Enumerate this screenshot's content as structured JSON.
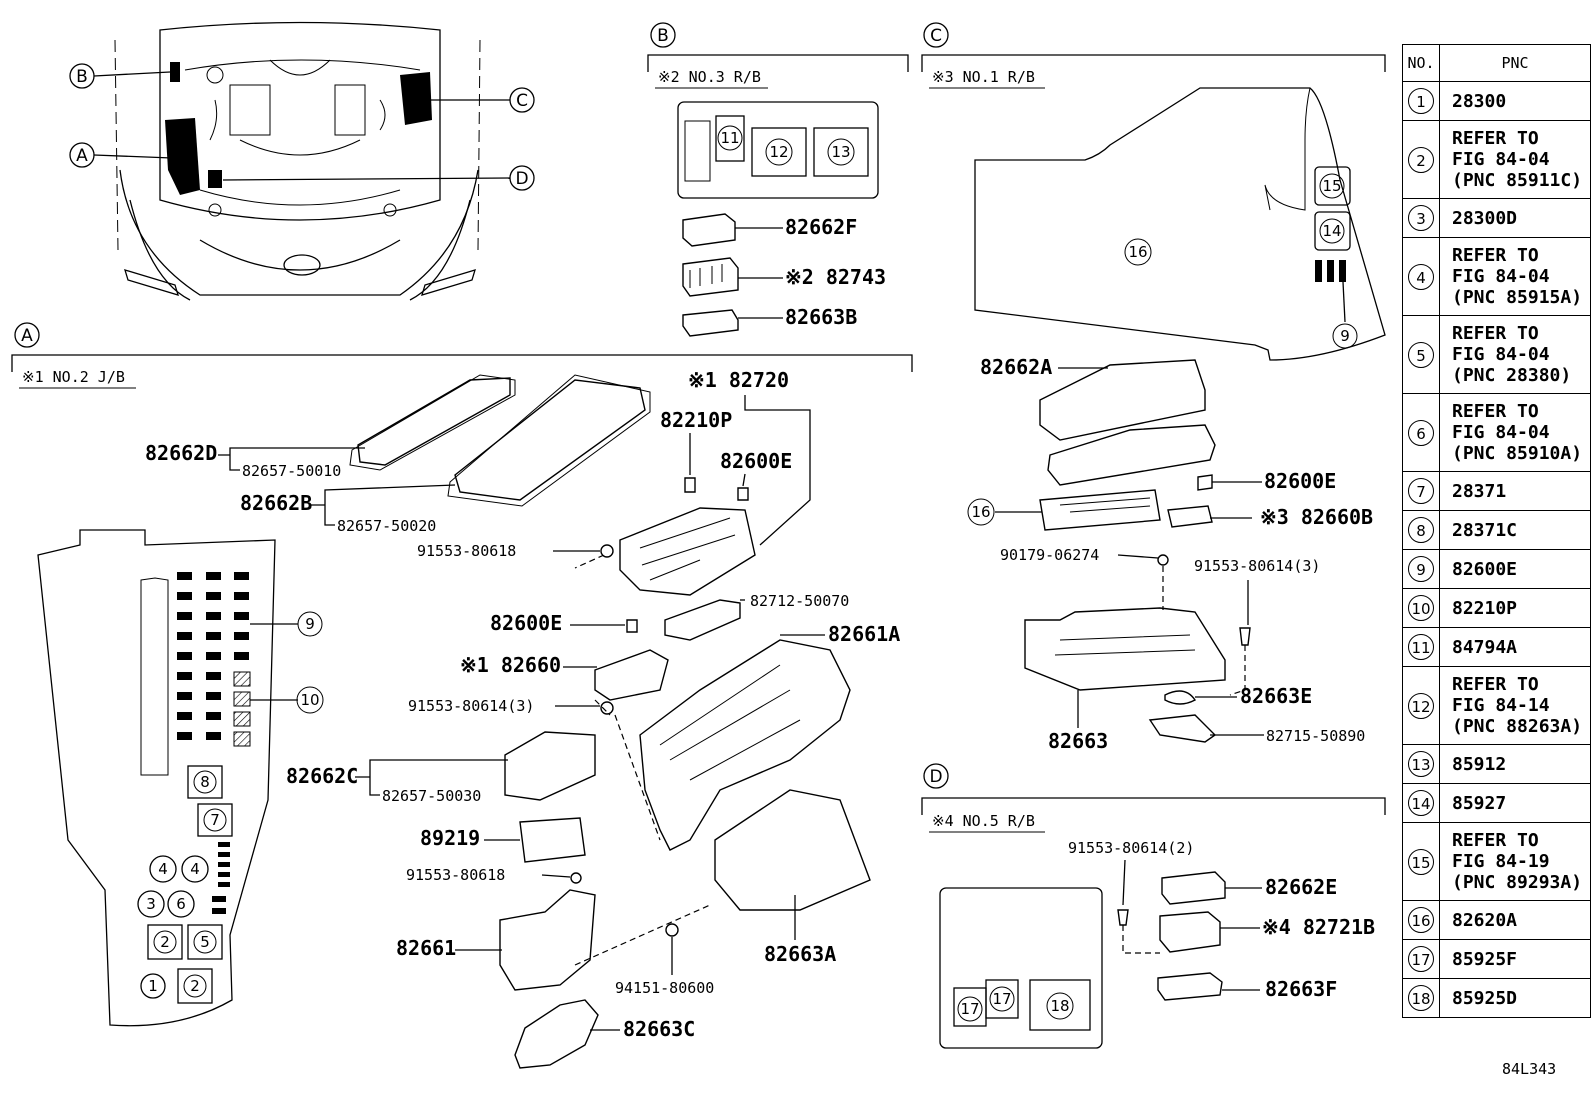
{
  "sections": {
    "A": {
      "letter": "A",
      "title": "※1 NO.2 J/B"
    },
    "B": {
      "letter": "B",
      "title": "※2 NO.3 R/B"
    },
    "C": {
      "letter": "C",
      "title": "※3 NO.1 R/B"
    },
    "D": {
      "letter": "D",
      "title": "※4 NO.5 R/B"
    }
  },
  "overview_labels": [
    "A",
    "B",
    "C",
    "D"
  ],
  "part_labels": {
    "b_82662F": "82662F",
    "b_82743": "※2 82743",
    "b_82663B": "82663B",
    "a_82720": "※1 82720",
    "a_82210P": "82210P",
    "a_82600E_1": "82600E",
    "a_82662D": "82662D",
    "a_82657_50010": "82657-50010",
    "a_82662B": "82662B",
    "a_82657_50020": "82657-50020",
    "a_91553_80618_1": "91553-80618",
    "a_82712_50070": "82712-50070",
    "a_82600E_2": "82600E",
    "a_82661A": "82661A",
    "a_82660": "※1 82660",
    "a_91553_80614": "91553-80614(3)",
    "a_82662C": "82662C",
    "a_82657_50030": "82657-50030",
    "a_89219": "89219",
    "a_91553_80618_2": "91553-80618",
    "a_82661": "82661",
    "a_82663A": "82663A",
    "a_94151_80600": "94151-80600",
    "a_82663C": "82663C",
    "c_82662A": "82662A",
    "c_82600E": "82600E",
    "c_82660B": "※3 82660B",
    "c_90179_06274": "90179-06274",
    "c_91553_80614": "91553-80614(3)",
    "c_82663E": "82663E",
    "c_82663": "82663",
    "c_82715_50890": "82715-50890",
    "d_91553_80614": "91553-80614(2)",
    "d_82662E": "82662E",
    "d_82721B": "※4 82721B",
    "d_82663F": "82663F"
  },
  "callouts": {
    "b": [
      "11",
      "12",
      "13"
    ],
    "c": [
      "15",
      "14",
      "16",
      "9",
      "16"
    ],
    "d": [
      "17",
      "17",
      "18"
    ],
    "a_legend": [
      "9",
      "10",
      "8",
      "7",
      "4",
      "4",
      "3",
      "6",
      "2",
      "5",
      "1",
      "2"
    ]
  },
  "table": {
    "header_no": "NO.",
    "header_pnc": "PNC",
    "rows": [
      {
        "no": "1",
        "pnc": "28300"
      },
      {
        "no": "2",
        "pnc": "REFER TO\nFIG 84-04\n(PNC 85911C)"
      },
      {
        "no": "3",
        "pnc": "28300D"
      },
      {
        "no": "4",
        "pnc": "REFER TO\nFIG 84-04\n(PNC 85915A)"
      },
      {
        "no": "5",
        "pnc": "REFER TO\nFIG 84-04\n(PNC 28380)"
      },
      {
        "no": "6",
        "pnc": "REFER TO\nFIG 84-04\n(PNC 85910A)"
      },
      {
        "no": "7",
        "pnc": "28371"
      },
      {
        "no": "8",
        "pnc": "28371C"
      },
      {
        "no": "9",
        "pnc": "82600E"
      },
      {
        "no": "10",
        "pnc": "82210P"
      },
      {
        "no": "11",
        "pnc": "84794A"
      },
      {
        "no": "12",
        "pnc": "REFER TO\nFIG 84-14\n(PNC 88263A)"
      },
      {
        "no": "13",
        "pnc": "85912"
      },
      {
        "no": "14",
        "pnc": "85927"
      },
      {
        "no": "15",
        "pnc": "REFER TO\nFIG 84-19\n(PNC 89293A)"
      },
      {
        "no": "16",
        "pnc": "82620A"
      },
      {
        "no": "17",
        "pnc": "85925F"
      },
      {
        "no": "18",
        "pnc": "85925D"
      }
    ]
  },
  "figure_code": "84L343"
}
